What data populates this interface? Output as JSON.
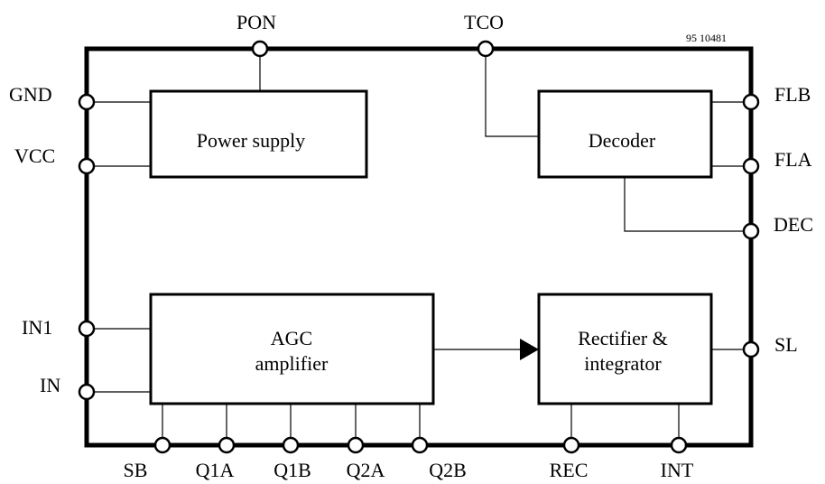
{
  "doc_number": "95 10481",
  "blocks": {
    "power_supply": "Power supply",
    "decoder": "Decoder",
    "agc_line1": "AGC",
    "agc_line2": "amplifier",
    "rectifier_line1": "Rectifier &",
    "rectifier_line2": "integrator"
  },
  "pins": {
    "pon": "PON",
    "tco": "TCO",
    "gnd": "GND",
    "vcc": "VCC",
    "in1": "IN1",
    "in": "IN",
    "flb": "FLB",
    "fla": "FLA",
    "dec": "DEC",
    "sl": "SL",
    "sb": "SB",
    "q1a": "Q1A",
    "q1b": "Q1B",
    "q2a": "Q2A",
    "q2b": "Q2B",
    "rec": "REC",
    "int": "INT"
  }
}
